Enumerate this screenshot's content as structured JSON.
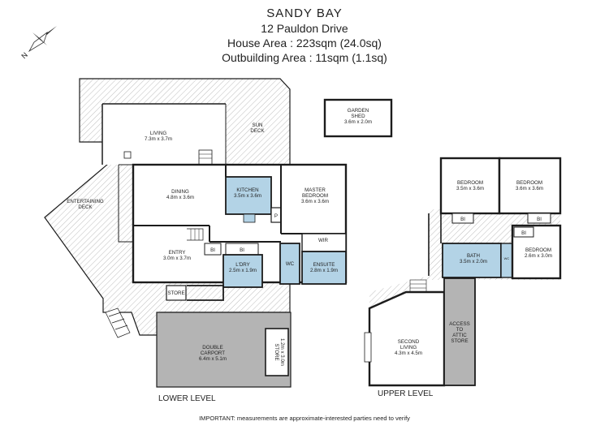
{
  "header": {
    "suburb": "SANDY BAY",
    "address": "12 Pauldon Drive",
    "house_area": "House Area : 223sqm (24.0sq)",
    "outbuilding_area": "Outbuilding Area : 11sqm (1.1sq)"
  },
  "compass_letter": "N",
  "lower_level": {
    "label": "LOWER LEVEL",
    "rooms": {
      "living": {
        "name": "LIVING",
        "dims": "7.3m x 3.7m"
      },
      "sun_deck": {
        "name": "SUN",
        "name2": "DECK"
      },
      "dining": {
        "name": "DINING",
        "dims": "4.8m x 3.6m"
      },
      "kitchen": {
        "name": "KITCHEN",
        "dims": "3.5m x 3.6m"
      },
      "master": {
        "name": "MASTER",
        "name2": "BEDROOM",
        "dims": "3.6m x 3.6m"
      },
      "entertaining": {
        "name": "ENTERTAINING",
        "name2": "DECK"
      },
      "entry": {
        "name": "ENTRY",
        "dims": "3.0m x 3.7m"
      },
      "bi1": "BI",
      "bi2": "BI",
      "pantry": "P",
      "wir": "WIR",
      "ldry": {
        "name": "L'DRY",
        "dims": "2.5m x 1.9m"
      },
      "wc": "WC",
      "ensuite": {
        "name": "ENSUITE",
        "dims": "2.8m x 1.9m"
      },
      "store": "STORE",
      "carport": {
        "name": "DOUBLE",
        "name2": "CARPORT",
        "dims": "6.4m x 5.1m"
      },
      "store2": {
        "name": "STORE",
        "dims": "1.2m x 3.0m"
      }
    }
  },
  "garden_shed": {
    "name": "GARDEN",
    "name2": "SHED",
    "dims": "3.6m x 2.0m"
  },
  "upper_level": {
    "label": "UPPER LEVEL",
    "rooms": {
      "bed1": {
        "name": "BEDROOM",
        "dims": "3.5m x 3.6m"
      },
      "bed2": {
        "name": "BEDROOM",
        "dims": "3.6m x 3.6m"
      },
      "bed3": {
        "name": "BEDROOM",
        "dims": "2.6m x 3.0m"
      },
      "bi1": "BI",
      "bi2": "BI",
      "bi3": "BI",
      "bath": {
        "name": "BATH",
        "dims": "3.5m x 2.0m"
      },
      "wc_tiny": "WC",
      "second_living": {
        "name": "SECOND",
        "name2": "LIVING",
        "dims": "4.3m x 4.5m"
      },
      "attic": {
        "name": "ACCESS",
        "name2": "TO",
        "name3": "ATTIC",
        "name4": "STORE"
      }
    }
  },
  "disclaimer": "IMPORTANT: measurements are approximate-interested parties need to verify",
  "colors": {
    "wall": "#1c1c1c",
    "wet": "#b3d3e6",
    "carport": "#b4b4b4",
    "hatch": "#bdbdbd"
  }
}
